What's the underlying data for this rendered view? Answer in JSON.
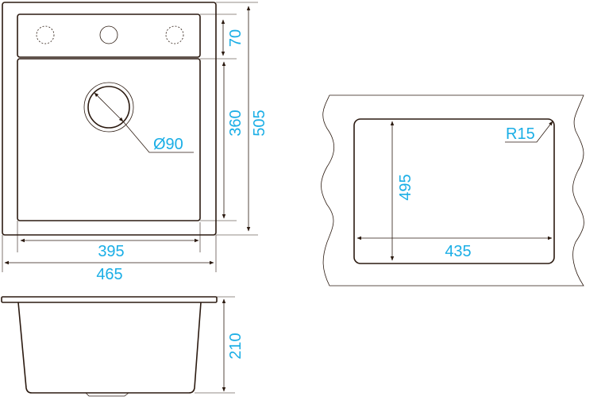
{
  "top_view": {
    "dim_width_inner": "395",
    "dim_width_outer": "465",
    "dim_deck": "70",
    "dim_bowl": "360",
    "dim_length": "505",
    "dim_drain": "Ø90"
  },
  "side_view": {
    "dim_depth": "210"
  },
  "cutout_view": {
    "dim_height": "495",
    "dim_width": "435",
    "dim_radius": "R15"
  },
  "colors": {
    "line": "#2b1a10",
    "dimension_text": "#1aaee6"
  }
}
